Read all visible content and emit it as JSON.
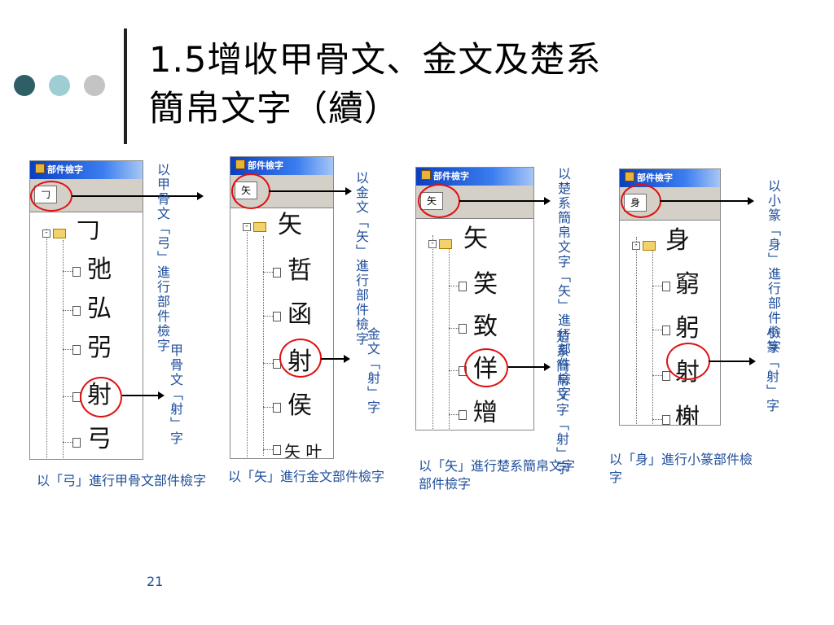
{
  "title": {
    "line1": "1.5增收甲骨文、金文及楚系",
    "line2": "簡帛文字（續）"
  },
  "decor": {
    "dots": [
      "#2e5f66",
      "#9fcdd4",
      "#c4c4c4"
    ]
  },
  "page_number": "21",
  "windows": [
    {
      "title": "部件檢字",
      "input_value": "𠃌",
      "glyphs": [
        "𠃌",
        "弛",
        "弘",
        "弜",
        "射",
        "弓"
      ],
      "side_note": "以甲骨文「弓」進行部件檢字",
      "result_note": "甲骨文「射」字",
      "caption": "以「弓」進行甲骨文部件檢字"
    },
    {
      "title": "部件檢字",
      "input_value": "矢",
      "glyphs": [
        "矢",
        "哲",
        "函",
        "射",
        "侯",
        "矢 叶"
      ],
      "side_note": "以金文「矢」進行部件檢字",
      "result_note": "金文「射」字",
      "caption": "以「矢」進行金文部件檢字"
    },
    {
      "title": "部件檢字",
      "input_value": "矢",
      "glyphs": [
        "矢",
        "笑",
        "致",
        "佯",
        "矰"
      ],
      "side_note": "以楚系簡帛文字「矢」進行部件檢字",
      "result_note": "楚系簡帛文字「射」字",
      "caption": "以「矢」進行楚系簡帛文字部件檢字"
    },
    {
      "title": "部件檢字",
      "input_value": "身",
      "glyphs": [
        "身",
        "窮",
        "躬",
        "射",
        "榭"
      ],
      "side_note": "以小篆「身」進行部件檢字",
      "result_note": "小篆「射」字",
      "caption": "以「身」進行小篆部件檢字"
    }
  ]
}
